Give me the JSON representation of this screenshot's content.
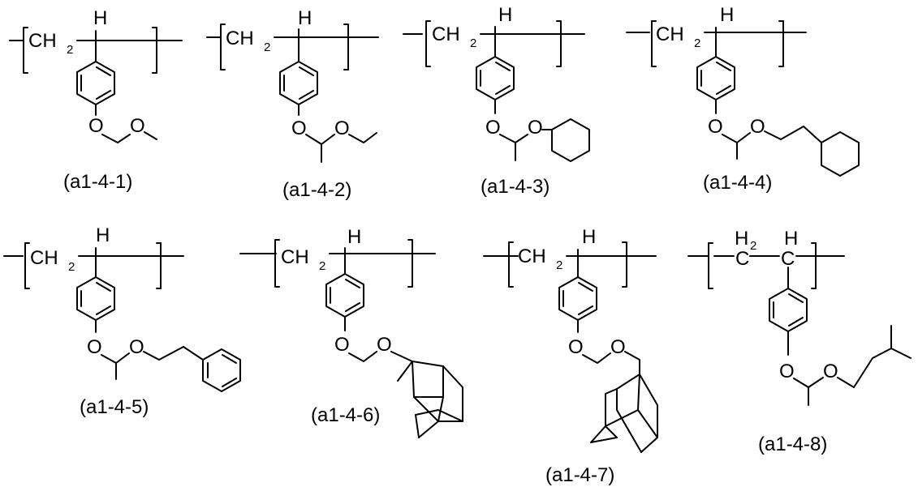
{
  "atoms": {
    "ch": "CH",
    "two": "2",
    "h": "H",
    "o": "O",
    "c": "C"
  },
  "compounds": [
    {
      "id": "a1-4-1",
      "label": "(a1-4-1)"
    },
    {
      "id": "a1-4-2",
      "label": "(a1-4-2)"
    },
    {
      "id": "a1-4-3",
      "label": "(a1-4-3)"
    },
    {
      "id": "a1-4-4",
      "label": "(a1-4-4)"
    },
    {
      "id": "a1-4-5",
      "label": "(a1-4-5)"
    },
    {
      "id": "a1-4-6",
      "label": "(a1-4-6)"
    },
    {
      "id": "a1-4-7",
      "label": "(a1-4-7)"
    },
    {
      "id": "a1-4-8",
      "label": "(a1-4-8)"
    }
  ]
}
